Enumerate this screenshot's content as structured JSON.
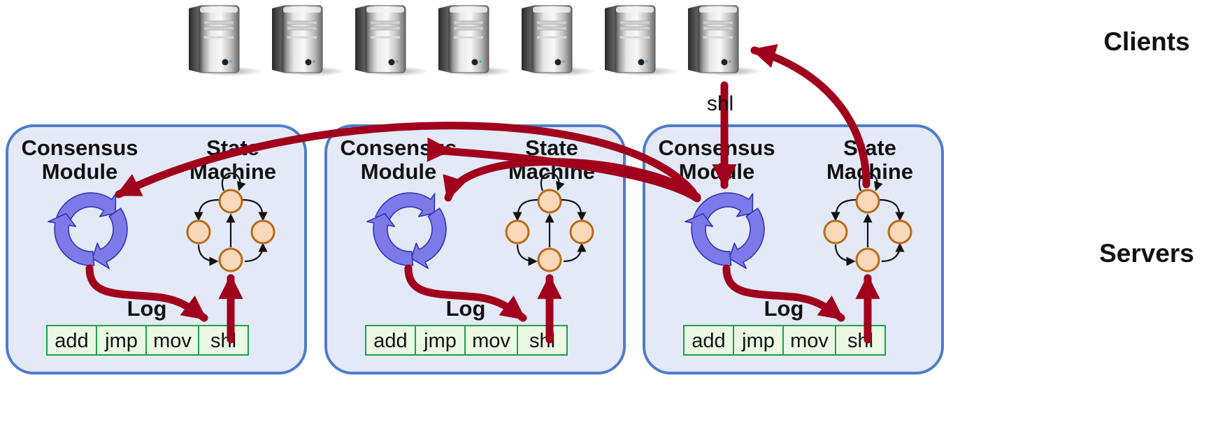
{
  "labels": {
    "clients": "Clients",
    "servers": "Servers",
    "consensus_line1": "Consensus",
    "consensus_line2": "Module",
    "state_line1": "State",
    "state_line2": "Machine",
    "log": "Log",
    "request": "shl"
  },
  "log_entries": [
    "add",
    "jmp",
    "mov",
    "shl"
  ],
  "client_count": 7,
  "server_count": 3,
  "leader_server_index": 2,
  "requesting_client_index": 6,
  "icons": {
    "client": "server-tower-icon",
    "consensus": "cycle-arrows-icon",
    "state_machine": "state-graph-icon"
  },
  "colors": {
    "server_fill": "#e3e9f7",
    "server_border": "#4f7cc8",
    "arrow": "#a0001c",
    "consensus_icon": "#7b7ae8",
    "state_node_fill": "#f7d8b8",
    "state_node_border": "#b86a1a",
    "log_fill": "#eaf8e4",
    "log_border": "#1aa34a"
  }
}
